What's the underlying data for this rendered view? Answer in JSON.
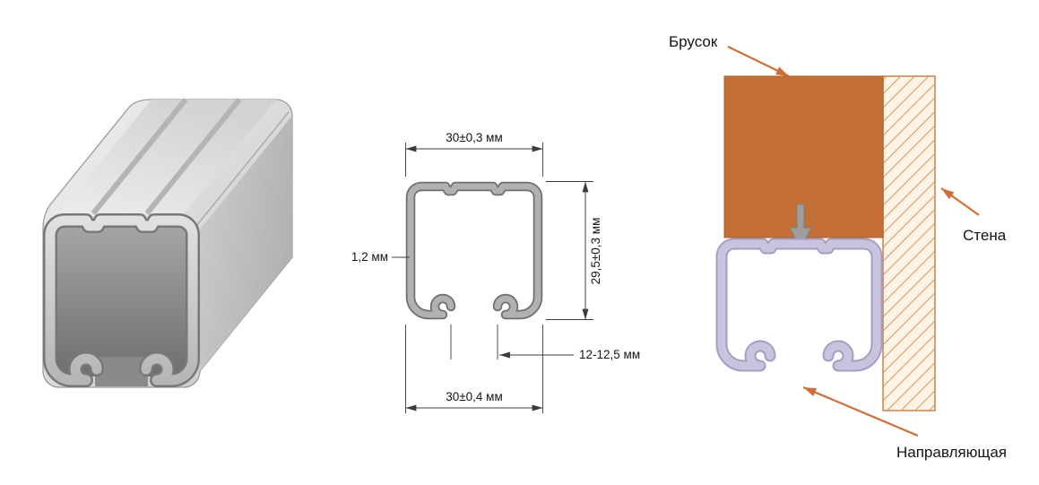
{
  "cross_section": {
    "dim_top_width": "30±0,3 мм",
    "dim_wall_thickness": "1,2 мм",
    "dim_height": "29,5±0,3 мм",
    "dim_slot_width": "12-12,5 мм",
    "dim_bottom_width": "30±0,4 мм"
  },
  "installation": {
    "label_block": "Брусок",
    "label_wall": "Стена",
    "label_rail": "Направляющая"
  },
  "colors": {
    "accent_orange": "#cf6f35",
    "block_fill": "#c36f36",
    "block_border": "#ad5f2c",
    "wall_fill": "#fdf3e7",
    "wall_border": "#cf8c55",
    "wall_hatch": "#dc9a62",
    "rail_light": "#c9c4de",
    "rail_dark": "#a49dc5",
    "steel_light": "#b1b1b1",
    "steel_dark": "#6f6f6f",
    "fastener_gray": "#9e9e9e",
    "text": "#141414"
  }
}
